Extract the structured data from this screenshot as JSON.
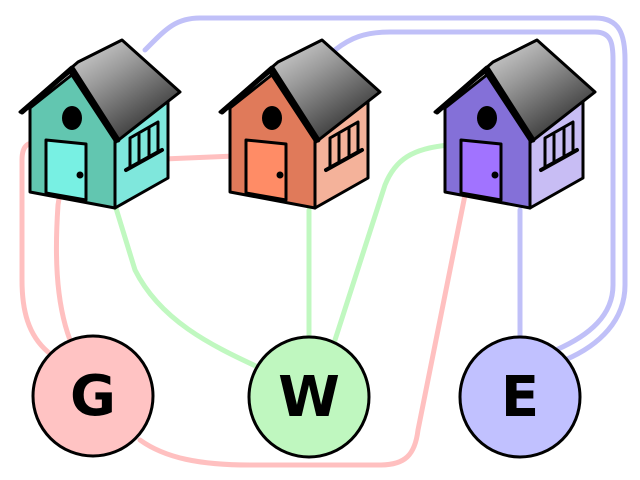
{
  "houses": [
    {
      "id": "house-1",
      "wall": "#62c6b0",
      "wall_side": "#7fe7dc",
      "door": "#78f0e3"
    },
    {
      "id": "house-2",
      "wall": "#e07a5a",
      "wall_side": "#f4b29a",
      "door": "#ff8c66"
    },
    {
      "id": "house-3",
      "wall": "#8470d8",
      "wall_side": "#c8bdf4",
      "door": "#a173ff"
    }
  ],
  "utilities": [
    {
      "id": "gas",
      "label": "G",
      "fill": "#ffc3c3"
    },
    {
      "id": "water",
      "label": "W",
      "fill": "#bff7bf"
    },
    {
      "id": "electricity",
      "label": "E",
      "fill": "#c1c1ff"
    }
  ],
  "connections": [
    {
      "from": "gas",
      "to": "house-1",
      "color": "#ffc0c0"
    },
    {
      "from": "gas",
      "to": "house-2",
      "color": "#ffc0c0"
    },
    {
      "from": "gas",
      "to": "house-3",
      "color": "#ffc0c0"
    },
    {
      "from": "water",
      "to": "house-1",
      "color": "#c0f8c0"
    },
    {
      "from": "water",
      "to": "house-2",
      "color": "#c0f8c0"
    },
    {
      "from": "water",
      "to": "house-3",
      "color": "#c0f8c0"
    },
    {
      "from": "electricity",
      "to": "house-1",
      "color": "#c0c0f8"
    },
    {
      "from": "electricity",
      "to": "house-2",
      "color": "#c0c0f8"
    },
    {
      "from": "electricity",
      "to": "house-3",
      "color": "#c0c0f8"
    }
  ]
}
